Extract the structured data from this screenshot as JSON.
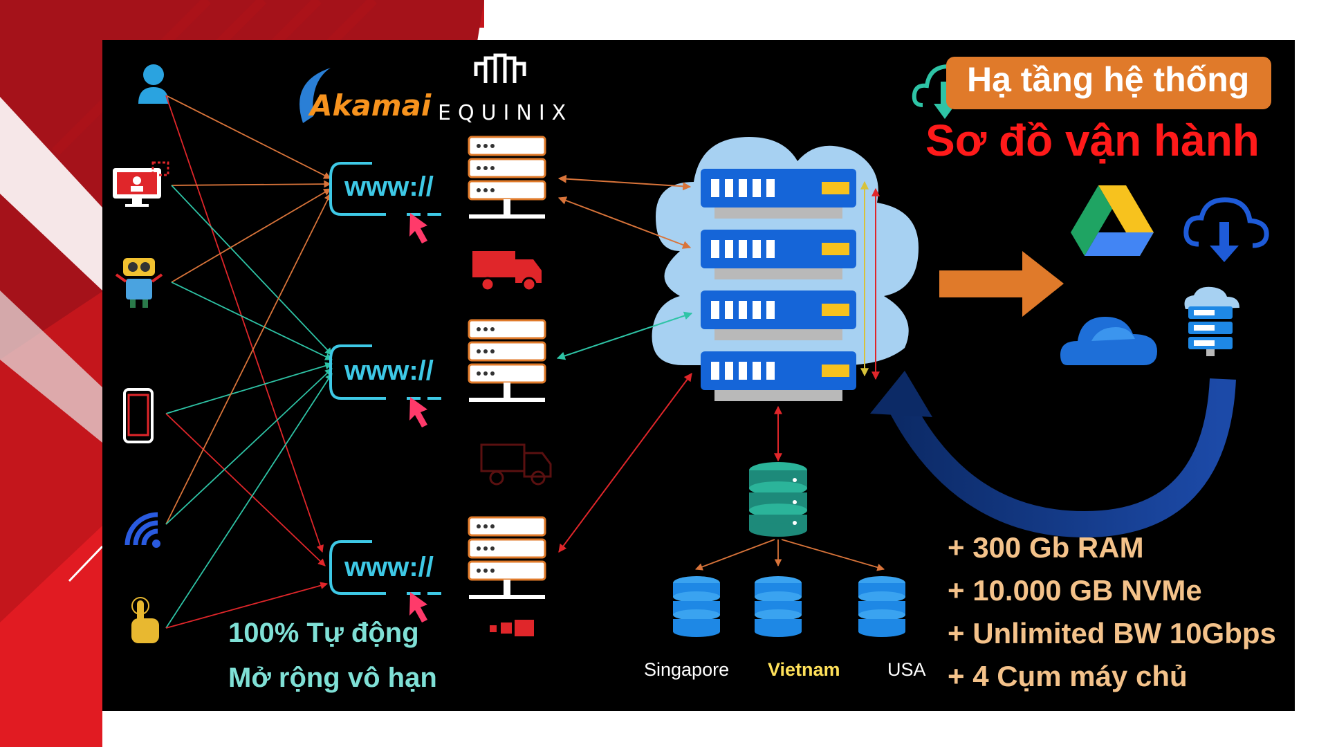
{
  "brands": {
    "akamai": "Akamai",
    "equinix": "EQUINIX"
  },
  "www_label": "www://",
  "title": {
    "line1": "Hạ tầng hệ thống",
    "line2": "Sơ đồ vận hành"
  },
  "taglines": [
    "100% Tự động",
    "Mở rộng vô hạn"
  ],
  "locations": [
    "Singapore",
    "Vietnam",
    "USA"
  ],
  "specs": [
    "+ 300 Gb RAM",
    "+ 10.000 GB NVMe",
    "+ Unlimited BW 10Gbps",
    "+ 4 Cụm máy chủ"
  ],
  "colors": {
    "panel": "#000000",
    "accent_red": "#c4161c",
    "title_orange": "#e07a2a",
    "title_red": "#ff1a1a",
    "spec_text": "#f4c28a",
    "teal": "#7fe0d6",
    "server_blue": "#1565d8",
    "db_teal": "#1d8a7a",
    "db_blue": "#1e88e5"
  },
  "icons": [
    "user-icon",
    "computer-icon",
    "robot-icon",
    "phone-icon",
    "wifi-icon",
    "hand-pointer-icon",
    "server-rack-icon",
    "truck-icon",
    "cloud-server-icon",
    "database-icon",
    "google-drive-icon",
    "cloud-download-icon",
    "onedrive-icon",
    "cloud-sync-icon"
  ]
}
